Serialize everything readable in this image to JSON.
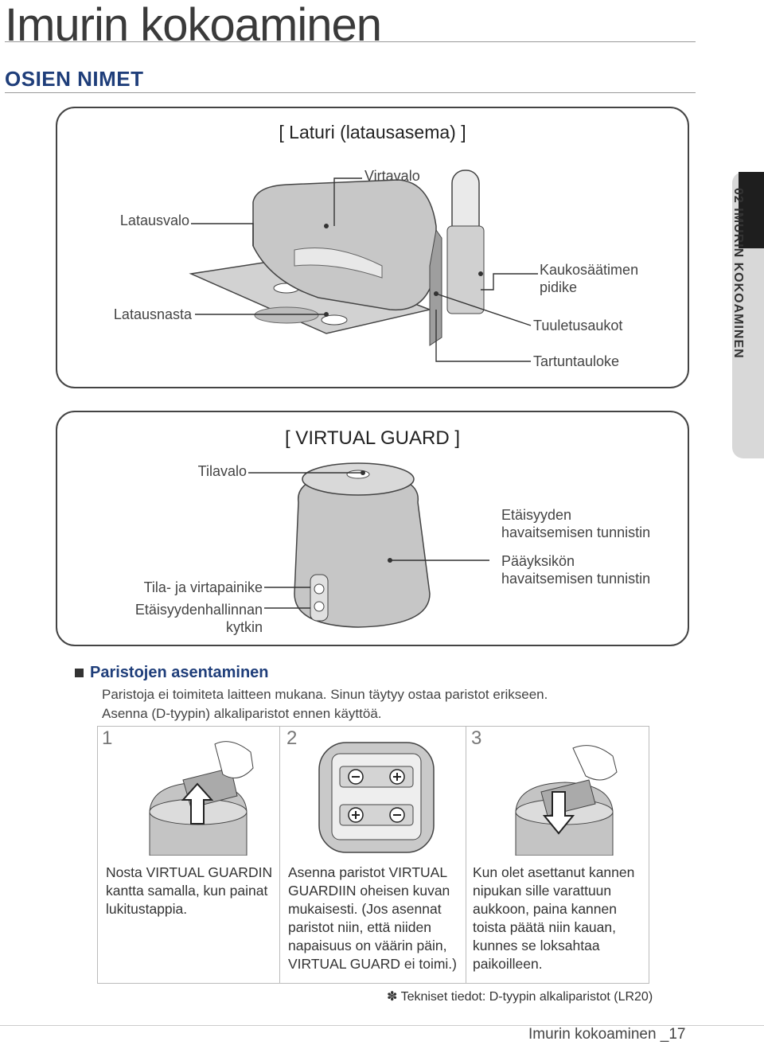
{
  "page": {
    "title": "Imurin kokoaminen",
    "section": "OSIEN NIMET",
    "side_tab": "02 IMURIN KOKOAMINEN",
    "folio": "Imurin kokoaminen _17"
  },
  "charger": {
    "title": "[ Laturi (latausasema) ]",
    "labels": {
      "power_light": "Virtavalo",
      "charge_light": "Latausvalo",
      "charge_pin": "Latausnasta",
      "remote_holder": "Kaukosäätimen pidike",
      "vents": "Tuuletusaukot",
      "grip": "Tartuntauloke"
    }
  },
  "virtual_guard": {
    "title": "[ VIRTUAL GUARD ]",
    "labels": {
      "mode_light": "Tilavalo",
      "distance_sensor": "Etäisyyden havaitsemisen tunnistin",
      "main_unit_sensor": "Pääyksikön havaitsemisen tunnistin",
      "mode_power_button": "Tila- ja virtapainike",
      "distance_switch": "Etäisyydenhallinnan kytkin"
    }
  },
  "batteries": {
    "heading": "Paristojen asentaminen",
    "line1": "Paristoja ei toimiteta laitteen mukana. Sinun täytyy ostaa paristot erikseen.",
    "line2": "Asenna (D-tyypin) alkaliparistot ennen käyttöä.",
    "steps": [
      {
        "num": "1",
        "text": "Nosta VIRTUAL GUARDIN kantta samalla, kun painat lukitustappia."
      },
      {
        "num": "2",
        "text": "Asenna paristot VIRTUAL GUARDIIN oheisen kuvan mukaisesti. (Jos asennat paristot niin, että niiden napaisuus on väärin päin, VIRTUAL GUARD ei toimi.)"
      },
      {
        "num": "3",
        "text": "Kun olet asettanut kannen nipukan sille varattuun aukkoon, paina kannen toista päätä niin kauan, kunnes se loksahtaa paikoilleen."
      }
    ],
    "footnote": "✽ Tekniset tiedot: D-tyypin alkaliparistot (LR20)"
  }
}
